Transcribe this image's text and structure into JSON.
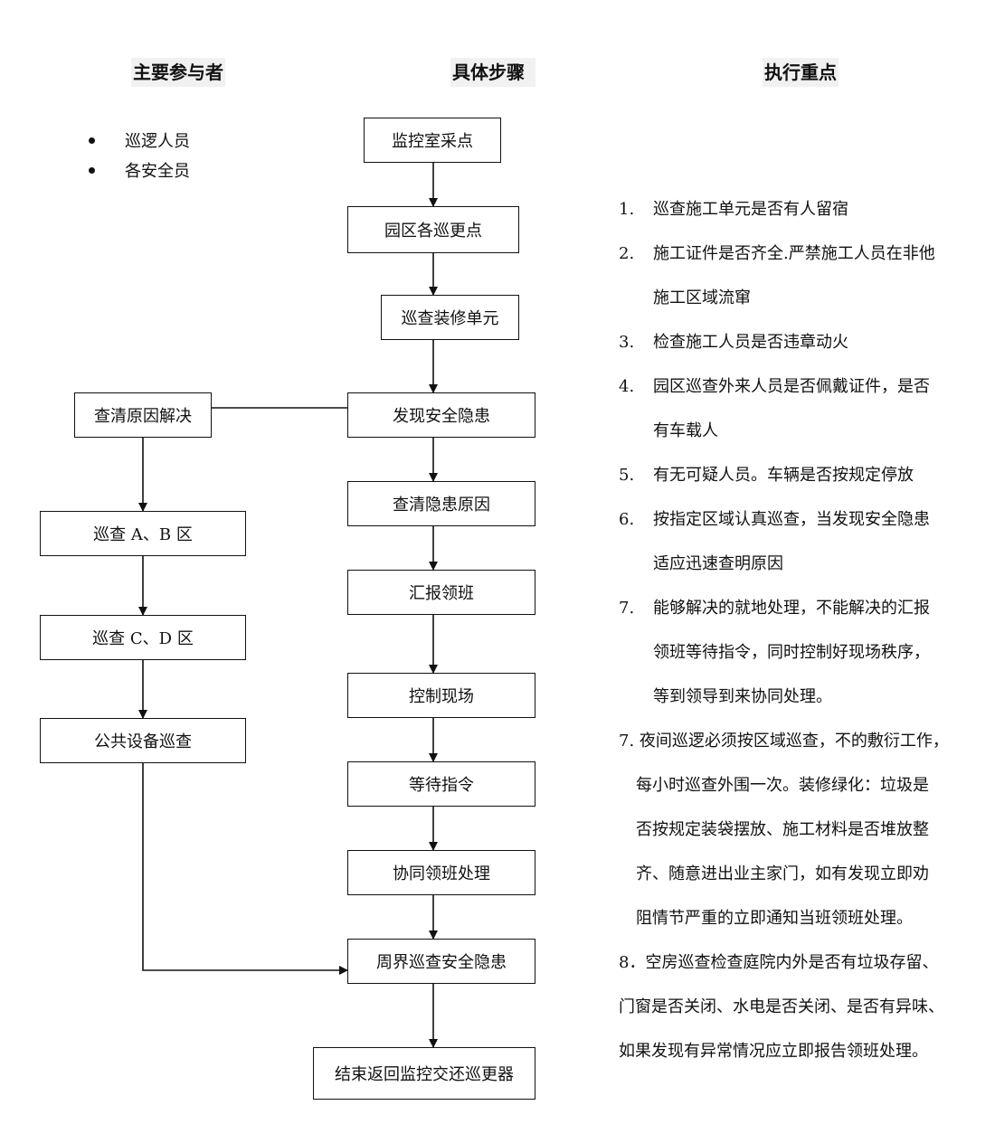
{
  "headers": {
    "participants": "主要参与者",
    "steps": "具体步骤",
    "key_points": "执行重点"
  },
  "participants": [
    "巡逻人员",
    "各安全员"
  ],
  "steps": [
    "监控室采点",
    "园区各巡更点",
    "巡查装修单元",
    "发现安全隐患",
    "查清隐患原因",
    "汇报领班",
    "控制现场",
    "等待指令",
    "协同领班处理",
    "周界巡查安全隐患",
    "结束返回监控交还巡更器"
  ],
  "side_steps": [
    "查清原因解决",
    "巡查 A、B 区",
    "巡查 C、D 区",
    "公共设备巡查"
  ],
  "notes": [
    {
      "num": "1.",
      "lines": [
        "巡查施工单元是否有人留宿"
      ]
    },
    {
      "num": "2.",
      "lines": [
        "施工证件是否齐全.严禁施工人员在非他",
        "施工区域流窜"
      ]
    },
    {
      "num": "3.",
      "lines": [
        "检查施工人员是否违章动火"
      ]
    },
    {
      "num": "4.",
      "lines": [
        "园区巡查外来人员是否佩戴证件，是否",
        "有车载人"
      ]
    },
    {
      "num": "5.",
      "lines": [
        "有无可疑人员。车辆是否按规定停放"
      ]
    },
    {
      "num": "6.",
      "lines": [
        "按指定区域认真巡查，当发现安全隐患",
        "适应迅速查明原因"
      ]
    },
    {
      "num": "7.",
      "lines": [
        "能够解决的就地处理，不能解决的汇报",
        "领班等待指令，同时控制好现场秩序，",
        "等到领导到来协同处理。"
      ]
    }
  ],
  "notes_extra": [
    "7. 夜间巡逻必须按区域巡查，不的敷衍工作，",
    "每小时巡查外围一次。装修绿化：垃圾是",
    "否按规定装袋摆放、施工材料是否堆放整",
    "齐、随意进出业主家门，如有发现立即劝",
    "阻情节严重的立即通知当班领班处理。",
    "8．空房巡查检查庭院内外是否有垃圾存留、",
    "门窗是否关闭、水电是否关闭、是否有异味、",
    "如果发现有异常情况应立即报告领班处理。"
  ]
}
